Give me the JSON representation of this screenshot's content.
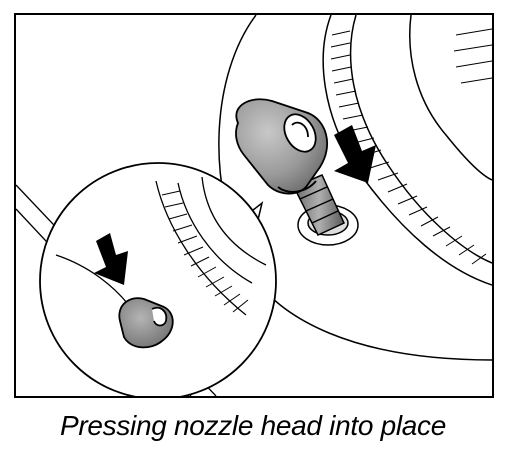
{
  "figure": {
    "caption": "Pressing nozzle head into place",
    "colors": {
      "line": "#000000",
      "background": "#ffffff",
      "nozzle_shade": "#9a9a9a",
      "nozzle_dark": "#5a5a5a",
      "tip_shade": "#8c8c8c"
    },
    "icons": [
      "down-arrow-icon",
      "nozzle-head",
      "nozzle-tip-closeup"
    ]
  }
}
